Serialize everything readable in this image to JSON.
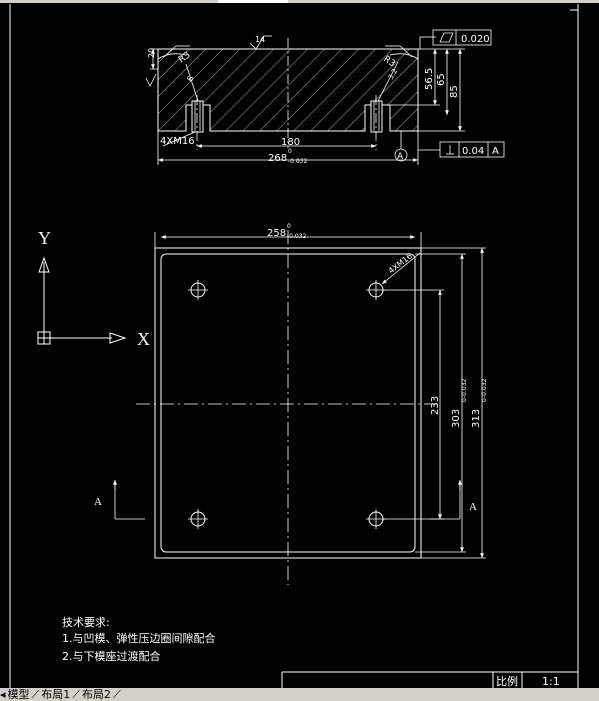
{
  "dims": {
    "angle_top": "14",
    "left_height": "20",
    "radius_left": "R3",
    "radius_right": "R3",
    "d_small_left": "6",
    "d_small_right": "3.2",
    "flatness": "0.020",
    "h56": "56.5",
    "h65": "65",
    "h85": "85",
    "thread": "4XM16",
    "spacing": "180",
    "width_top": "268",
    "tol_top": "0",
    "tol_bottom": "-0.032",
    "datum_label": "A",
    "perp_value": "0.04",
    "perp_datum": "A",
    "width_plan": "258",
    "thread_plan": "4XM16",
    "h233": "233",
    "h303": "303",
    "h313": "313",
    "axis_x": "X",
    "axis_y": "Y",
    "section_a_left": "A",
    "section_a_right": "A"
  },
  "notes": {
    "title": "技术要求:",
    "line1": "1.与凹模、弹性压边圈间隙配合",
    "line2": "2.与下模座过渡配合"
  },
  "titleblock": {
    "scale_label": "比例",
    "scale_value": "1:1"
  },
  "tabs": [
    "模型",
    "布局1",
    "布局2"
  ]
}
